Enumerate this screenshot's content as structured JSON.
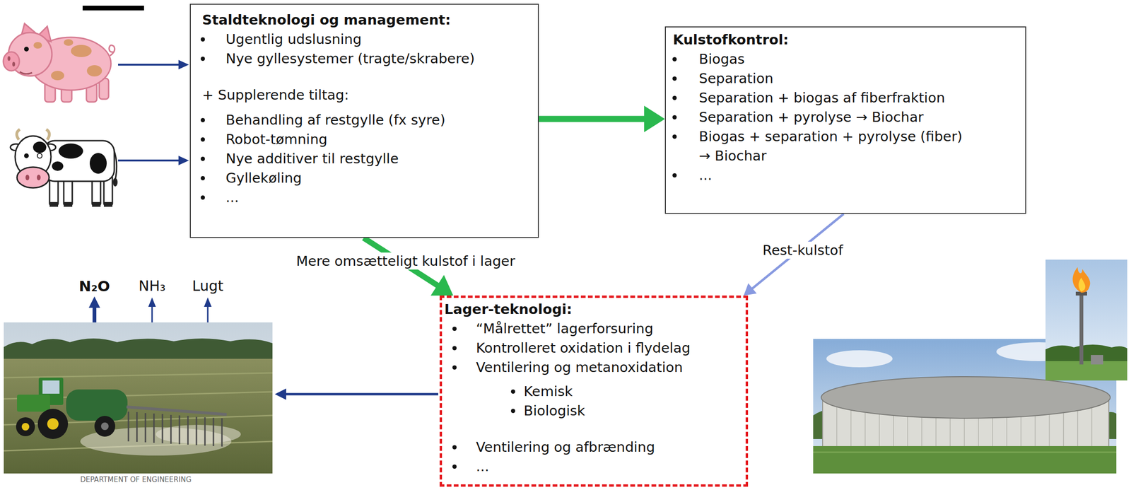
{
  "diagram": {
    "nodes": [
      {
        "text": [
          "Staldteknologi og management:",
          "Ugentlig udslusning",
          "Nye gyllesystemer (tragte/skrabere)",
          "+ Supplerende tiltag:",
          "Behandling af restgylle (fx syre)",
          "Robot-tømning",
          "Nye additiver til restgylle",
          "Gyllekøling",
          "..."
        ]
      },
      {
        "text": [
          "Kulstofkontrol:",
          "Biogas",
          "Separation",
          "Separation + biogas af fiberfraktion",
          "Separation + pyrolyse → Biochar",
          "Biogas + separation + pyrolyse (fiber) → Biochar",
          "..."
        ]
      },
      {
        "text": [
          "Lager-teknologi:",
          "“Målrettet” lagerforsuring",
          "Kontrolleret oxidation i flydelag",
          "Ventilering og metanoxidation",
          "Kemisk",
          "Biologisk",
          "Ventilering og afbrænding",
          "..."
        ]
      }
    ],
    "edges": [
      {
        "from": 0,
        "to": 1,
        "arrow": "to"
      },
      {
        "from": 0,
        "to": 2,
        "arrow": "to",
        "label": "Mere omsætteligt kulstof i lager"
      },
      {
        "from": 1,
        "to": 2,
        "arrow": "to",
        "label": "Rest-kulstof"
      }
    ],
    "labels": [
      "N₂O",
      "NH₃",
      "Lugt",
      "DEPARTMENT OF ENGINEERING"
    ]
  }
}
